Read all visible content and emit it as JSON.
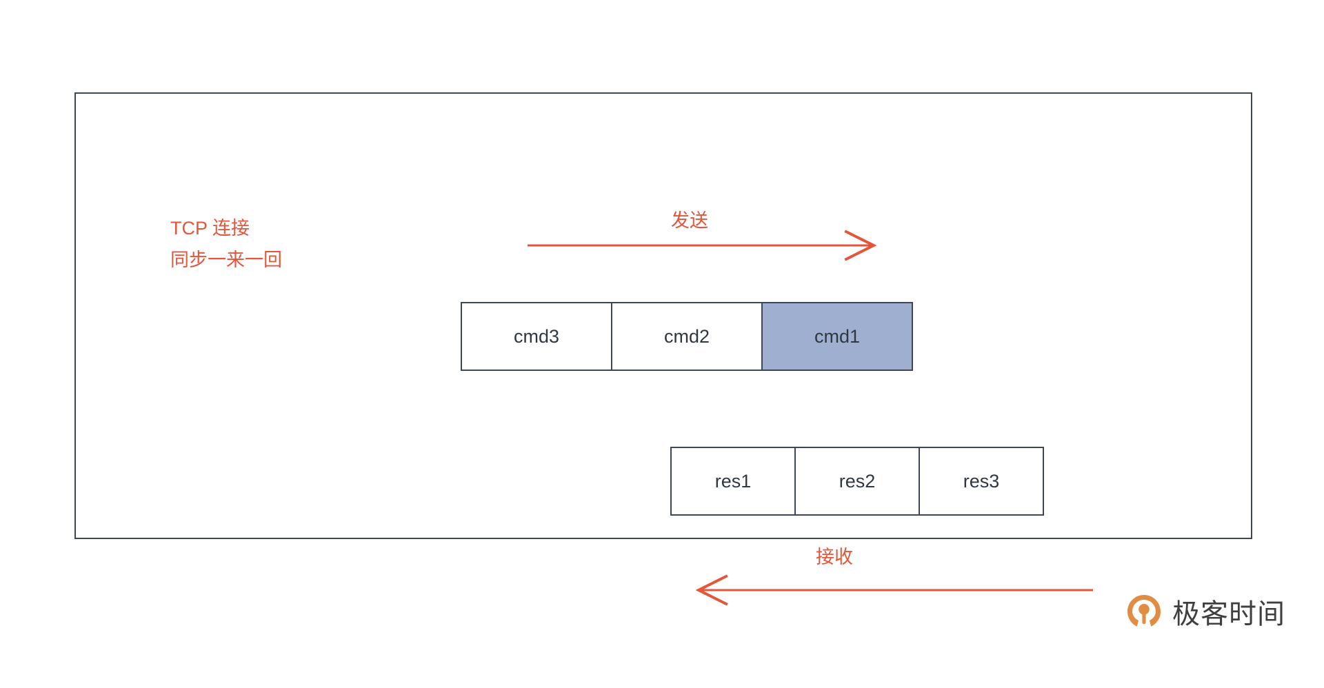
{
  "diagram": {
    "annotation_lines": [
      "TCP 连接",
      "同步一来一回"
    ],
    "send_label": "发送",
    "receive_label": "接收",
    "command_boxes": [
      {
        "label": "cmd3",
        "highlighted": false
      },
      {
        "label": "cmd2",
        "highlighted": false
      },
      {
        "label": "cmd1",
        "highlighted": true
      }
    ],
    "response_boxes": [
      {
        "label": "res1",
        "highlighted": false
      },
      {
        "label": "res2",
        "highlighted": false
      },
      {
        "label": "res3",
        "highlighted": false
      }
    ],
    "colors": {
      "accent": "#e4553a",
      "border": "#3d4654",
      "highlight_fill": "#9fafd0",
      "text": "#2f3742",
      "logo_orange": "#e08c42",
      "logo_text": "#3f3f3f"
    }
  },
  "logo": {
    "text": "极客时间"
  }
}
